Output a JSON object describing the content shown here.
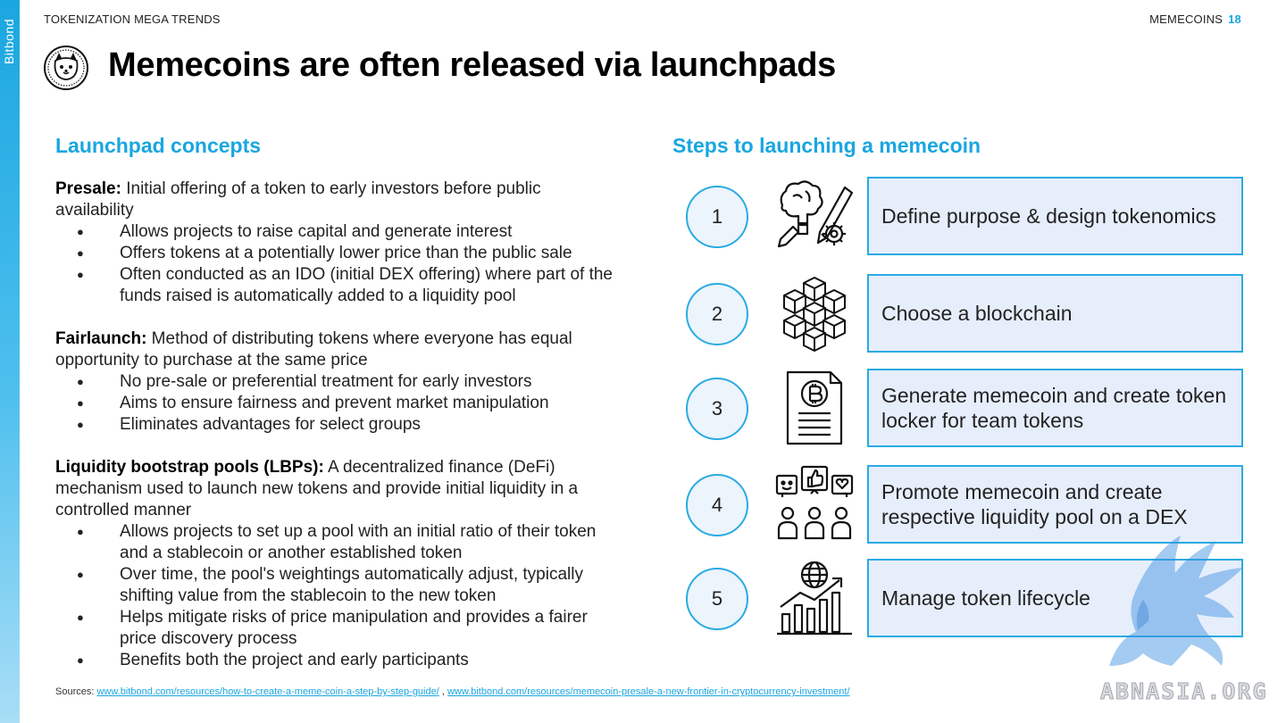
{
  "sidebar": {
    "brand": "Bitbond"
  },
  "header": {
    "section": "TOKENIZATION MEGA TRENDS",
    "topic": "MEMECOINS",
    "page_number": "18"
  },
  "title": "Memecoins are often released via launchpads",
  "left": {
    "heading": "Launchpad concepts",
    "presale": {
      "term": "Presale:",
      "definition": " Initial offering of a token to early investors before public availability",
      "bullets": [
        "Allows projects to raise capital and generate interest",
        "Offers tokens at a potentially lower price than the public sale",
        "Often conducted as an IDO (initial DEX offering) where part of the funds raised is automatically added to a liquidity pool"
      ]
    },
    "fairlaunch": {
      "term": "Fairlaunch:",
      "definition": " Method of distributing tokens where everyone has equal opportunity to purchase at the same price",
      "bullets": [
        "No pre-sale or preferential treatment for early investors",
        "Aims to ensure fairness and prevent market manipulation",
        "Eliminates advantages for select groups"
      ]
    },
    "lbp": {
      "term": "Liquidity bootstrap pools (LBPs):",
      "definition": " A decentralized finance (DeFi) mechanism used to launch new tokens and provide initial liquidity in a controlled manner",
      "bullets": [
        "Allows projects to set up a pool with an initial ratio of their token and a stablecoin or another established token",
        "Over time, the pool's weightings automatically adjust, typically shifting value from the stablecoin to the new token",
        "Helps mitigate risks of price manipulation and provides a fairer price discovery process",
        "Benefits both the project and early participants"
      ]
    }
  },
  "right": {
    "heading": "Steps to launching a memecoin",
    "steps": [
      {
        "number": "1",
        "label": "Define purpose & design tokenomics",
        "icon": "brain-pencil-gear-icon"
      },
      {
        "number": "2",
        "label": "Choose a blockchain",
        "icon": "blockchain-cubes-icon"
      },
      {
        "number": "3",
        "label": "Generate memecoin and create token locker for team tokens",
        "icon": "bitcoin-document-icon"
      },
      {
        "number": "4",
        "label": "Promote memecoin and create respective liquidity pool on a DEX",
        "icon": "community-feedback-icon"
      },
      {
        "number": "5",
        "label": "Manage token lifecycle",
        "icon": "globe-growth-chart-icon"
      }
    ]
  },
  "sources": {
    "label": "Sources: ",
    "link1": "www.bitbond.com/resources/how-to-create-a-meme-coin-a-step-by-step-guide/",
    "separator": " , ",
    "link2": "www.bitbond.com/resources/memecoin-presale-a-new-frontier-in-cryptocurrency-investment/"
  },
  "watermark": {
    "text": "ABNASIA.ORG"
  },
  "colors": {
    "accent": "#1aa6e0",
    "box_fill": "#e6eefb",
    "box_border": "#29abe2"
  }
}
